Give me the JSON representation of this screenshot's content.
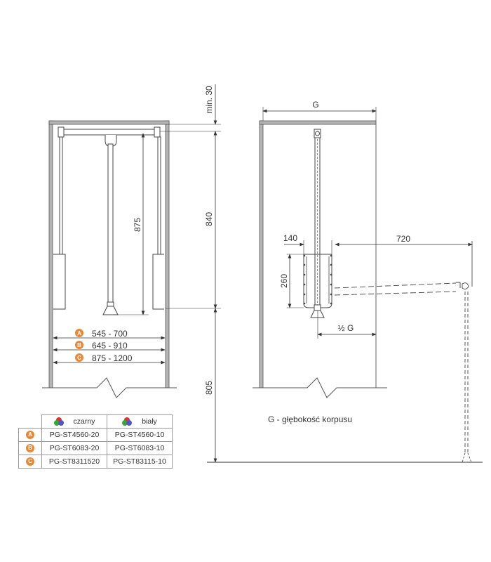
{
  "front_view": {
    "dimensions": {
      "min_clearance": "min. 30",
      "lift_height": "840",
      "drop_height": "875",
      "floor_height": "805"
    },
    "width_ranges": [
      {
        "badge": "A",
        "range": "545 - 700"
      },
      {
        "badge": "B",
        "range": "645 - 910"
      },
      {
        "badge": "C",
        "range": "875 - 1200"
      }
    ]
  },
  "side_view": {
    "dimensions": {
      "depth": "G",
      "hanger_width": "140",
      "hanger_height": "260",
      "reach": "720",
      "half_depth": "½ G"
    },
    "legend": "G - głębokość korpusu"
  },
  "colors": {
    "badge": "#e8893a",
    "panel": "#b5b5b5",
    "line": "#444444"
  },
  "product_table": {
    "headers": [
      {
        "label": "czarny",
        "icon": "color-dots-icon"
      },
      {
        "label": "biały",
        "icon": "color-dots-icon"
      }
    ],
    "rows": [
      {
        "badge": "A",
        "czarny": "PG-ST4560-20",
        "bialy": "PG-ST4560-10"
      },
      {
        "badge": "B",
        "czarny": "PG-ST6083-20",
        "bialy": "PG-ST6083-10"
      },
      {
        "badge": "C",
        "czarny": "PG-ST8311520",
        "bialy": "PG-ST83115-10"
      }
    ]
  }
}
